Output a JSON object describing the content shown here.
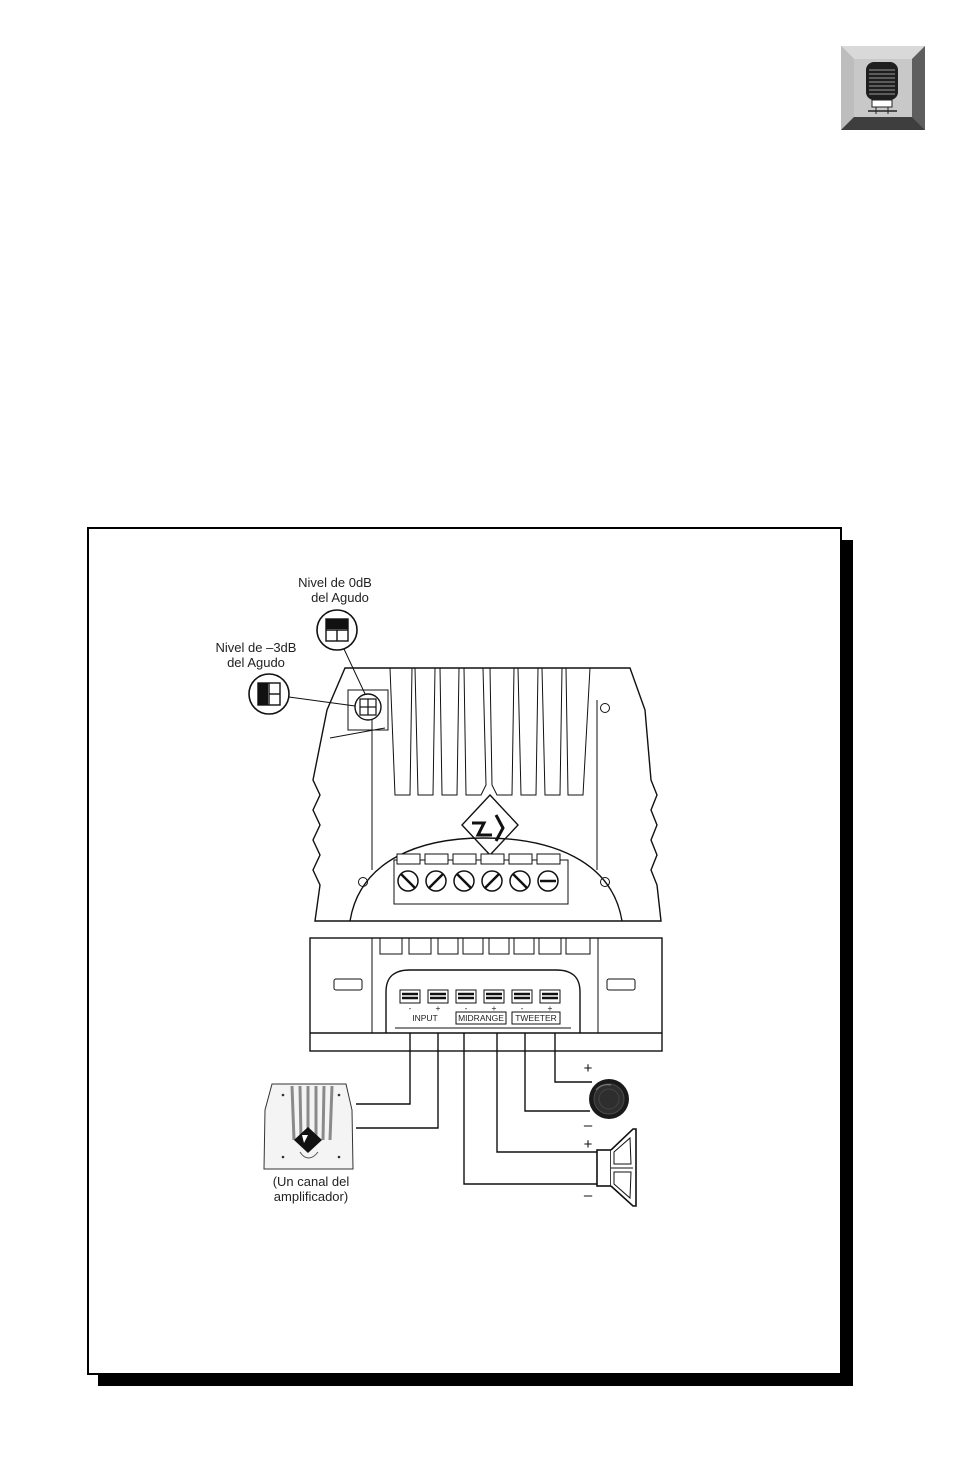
{
  "diagram": {
    "labels": {
      "level_0db": [
        "Nivel de 0dB",
        "del Agudo"
      ],
      "level_minus3db": [
        "Nivel de –3dB",
        "del Agudo"
      ],
      "amplifier": [
        "(Un canal del",
        "amplificador)"
      ]
    },
    "terminal_groups": [
      "INPUT",
      "MIDRANGE",
      "TWEETER"
    ],
    "terminal_polarity": [
      "-",
      "+",
      "-",
      "+",
      "-",
      "+"
    ],
    "tweeter_signs": {
      "plus": "+",
      "minus": "–"
    },
    "woofer_signs": {
      "plus": "+",
      "minus": "–"
    }
  },
  "icons": {
    "corner": "speaker-crossover-icon",
    "amplifier": "amplifier-icon",
    "tweeter": "tweeter-icon",
    "woofer": "woofer-icon"
  },
  "colors": {
    "ink": "#111111",
    "shadow": "#000000",
    "icon_gray": "#9a9a9a",
    "icon_light": "#c8c8c8"
  }
}
